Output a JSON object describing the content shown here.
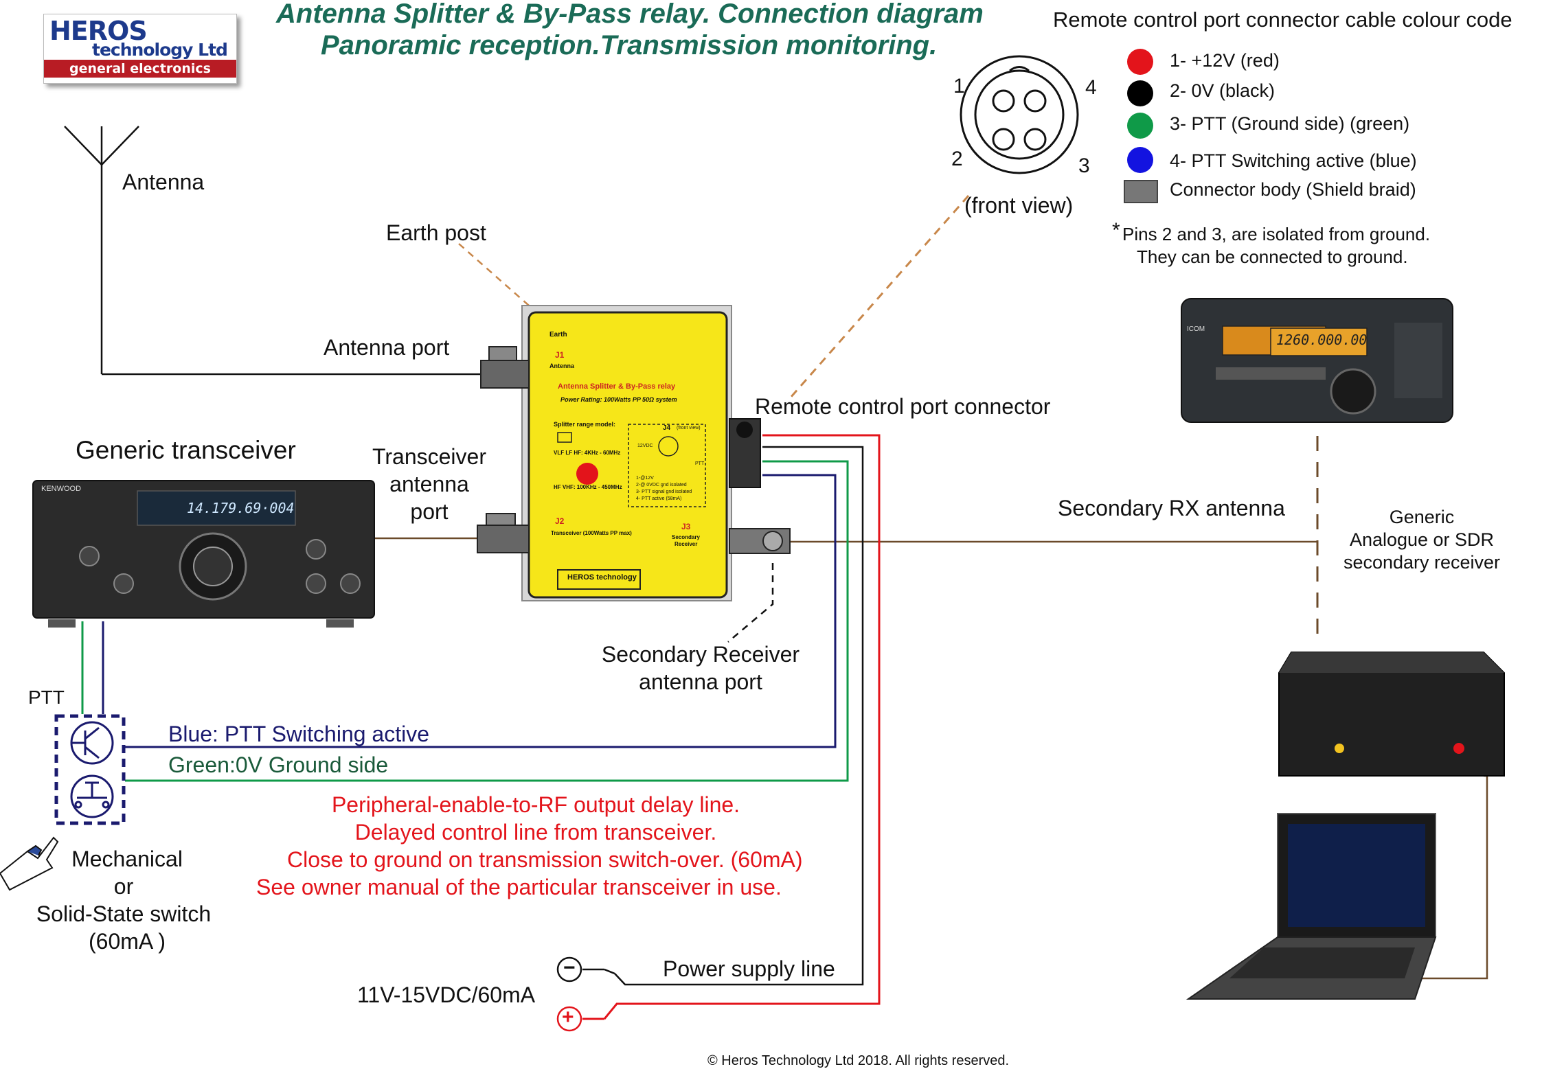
{
  "logo": {
    "line1": "HEROS",
    "line2": "technology Ltd",
    "line3": "general electronics"
  },
  "title": {
    "line1": "Antenna Splitter & By-Pass relay. Connection diagram",
    "line2": "Panoramic reception.Transmission monitoring."
  },
  "legend": {
    "heading": "Remote control port connector cable colour code",
    "items": [
      {
        "label": "1- +12V (red)",
        "color": "#e3141b"
      },
      {
        "label": "2- 0V (black)",
        "color": "#000000"
      },
      {
        "label": "3- PTT (Ground side) (green)",
        "color": "#0f9a48"
      },
      {
        "label": "4- PTT Switching active (blue)",
        "color": "#1313e0"
      },
      {
        "label": "Connector body (Shield braid)",
        "color": "#777777"
      }
    ],
    "note_star": "*",
    "note_line1": "Pins 2 and 3, are isolated from ground.",
    "note_line2": "They can be connected to ground."
  },
  "connector": {
    "pin1": "1",
    "pin2": "2",
    "pin3": "3",
    "pin4": "4",
    "caption": "(front view)"
  },
  "labels": {
    "antenna": "Antenna",
    "earth_post": "Earth post",
    "antenna_port": "Antenna port",
    "generic_transceiver": "Generic transceiver",
    "transceiver_port_1": "Transceiver",
    "transceiver_port_2": "antenna",
    "transceiver_port_3": "port",
    "remote_port": "Remote control port connector",
    "secondary_rx": "Secondary RX antenna",
    "secondary_receiver_1": "Generic",
    "secondary_receiver_2": "Analogue or SDR",
    "secondary_receiver_3": "secondary receiver",
    "sec_port_1": "Secondary Receiver",
    "sec_port_2": "antenna port",
    "ptt": "PTT",
    "blue_line": "Blue: PTT Switching active",
    "green_line": "Green:0V Ground side",
    "switch_1": "Mechanical",
    "switch_2": "or",
    "switch_3": "Solid-State switch",
    "switch_4": "(60mA )",
    "power_supply": "Power supply line",
    "voltage": "11V-15VDC/60mA",
    "minus": "−",
    "plus": "+",
    "copyright": "© Heros Technology Ltd 2018. All rights reserved."
  },
  "red_note": {
    "line1": "Peripheral-enable-to-RF output delay line.",
    "line2": "Delayed control line from transceiver.",
    "line3": "Close to ground on transmission switch-over. (60mA)",
    "line4": "See owner manual  of the particular transceiver in use."
  },
  "box": {
    "earth": "Earth",
    "j1": "J1",
    "j1_sub": "Antenna",
    "name": "Antenna Splitter & By-Pass relay",
    "rating": "Power Rating: 100Watts PP 50Ω system",
    "range_model": "Splitter range model:",
    "range_1": "VLF LF HF: 4KHz - 60MHz",
    "range_2": "HF VHF: 100KHz - 450MHz",
    "j4": "J4",
    "j4_sub": "(front view)",
    "v12": "12VDC",
    "ptt": "PTT",
    "pins_1": "1-@12V",
    "pins_2": "2-@ 0VDC gnd isolated",
    "pins_3": "3- PTT signal gnd isolated",
    "pins_4": "4- PTT active (58mA)",
    "j2": "J2",
    "j2_sub": "Transceiver (100Watts PP max)",
    "j3": "J3",
    "j3_sub1": "Secondary",
    "j3_sub2": "Receiver",
    "brand": "HEROS technology"
  },
  "devices": {
    "kenwood_brand": "KENWOOD",
    "kenwood_freq": "14.179.69·004",
    "icom_brand": "ICOM",
    "icom_freq": "1260.000.00"
  },
  "colors": {
    "red": "#e3141b",
    "blue": "#1a1a6e",
    "green": "#0f9a48",
    "brown": "#6b4a2a",
    "dashed_orange": "#c8874a",
    "box_yellow": "#f6e619",
    "title_green": "#1a6b57"
  }
}
